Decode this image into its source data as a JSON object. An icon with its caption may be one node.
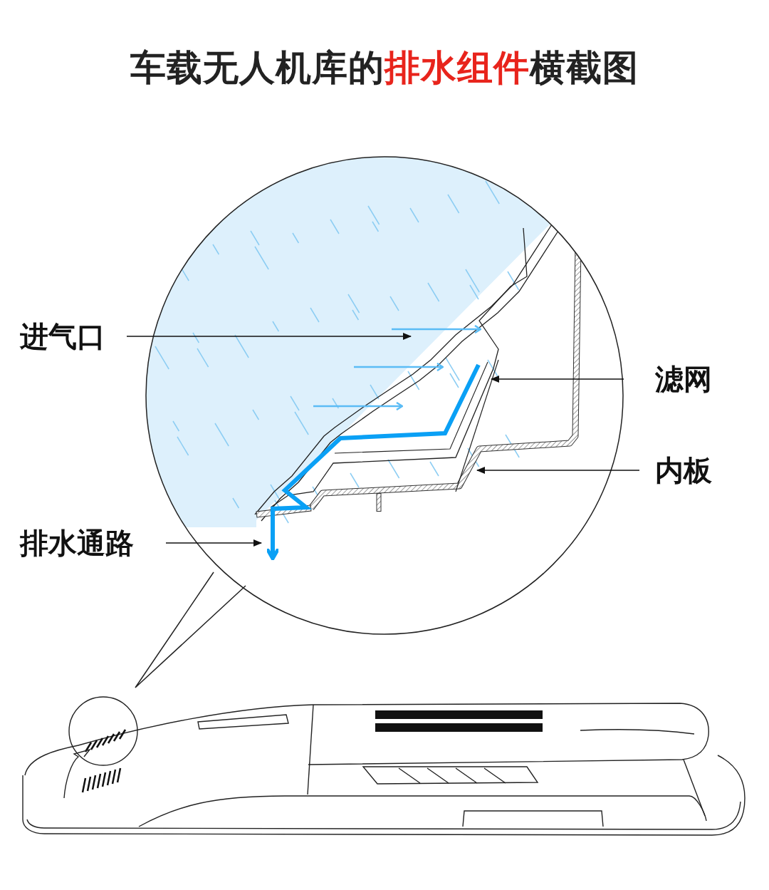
{
  "diagram": {
    "title": "车载无人机库的**排水组件**横截图",
    "nodes": [
      {
        "text": [
          "进气口"
        ]
      },
      {
        "text": [
          "滤网"
        ]
      },
      {
        "text": [
          "内板"
        ]
      },
      {
        "text": [
          "排水通路"
        ]
      }
    ],
    "edges": [
      {
        "from": 0,
        "to": null,
        "arrow": "to"
      },
      {
        "from": 1,
        "to": null,
        "arrow": "to"
      },
      {
        "from": 2,
        "to": null,
        "arrow": "to"
      },
      {
        "from": 3,
        "to": null,
        "arrow": "to"
      }
    ]
  }
}
